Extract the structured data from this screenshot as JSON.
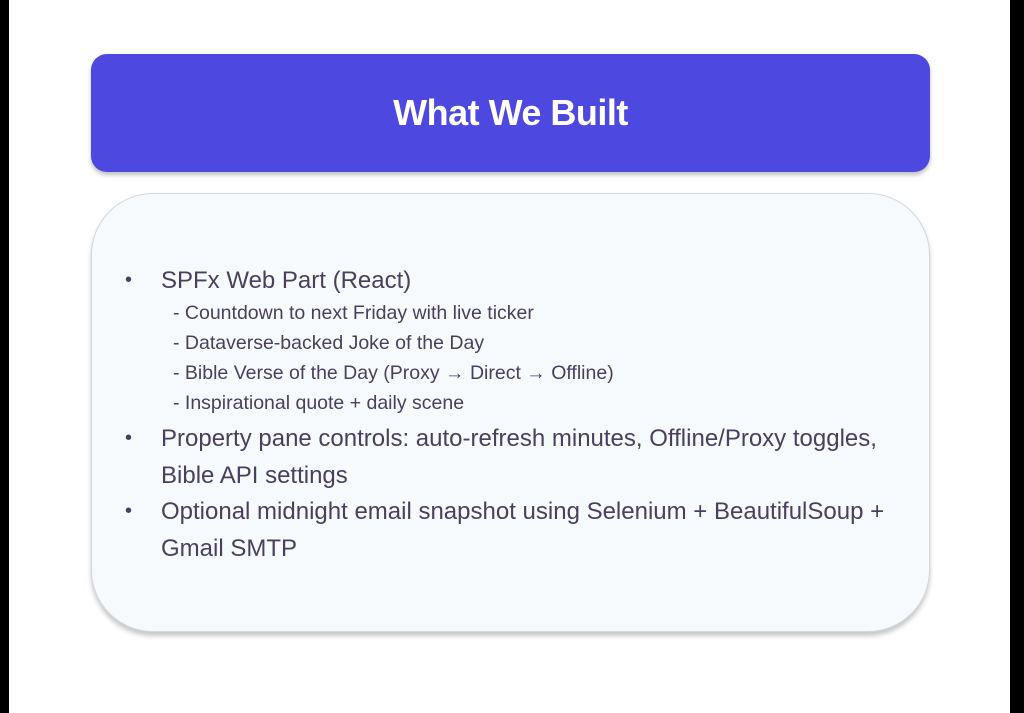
{
  "slide": {
    "title": "What We Built",
    "bullets": [
      {
        "text": "SPFx Web Part (React)",
        "sub_items": [
          "- Countdown to next Friday with live ticker",
          "- Dataverse-backed Joke of the Day",
          "- Bible Verse of the Day (Proxy → Direct → Offline)",
          "- Inspirational quote + daily scene"
        ]
      },
      {
        "text": "Property pane controls: auto-refresh minutes, Offline/Proxy toggles, Bible API settings"
      },
      {
        "text": "Optional midnight email snapshot using Selenium + BeautifulSoup + Gmail SMTP"
      }
    ],
    "bullet_symbol": "•"
  },
  "colors": {
    "title_bg": "#4d48e0",
    "text": "#4a3f5e",
    "content_bg": "#f7fafc"
  }
}
